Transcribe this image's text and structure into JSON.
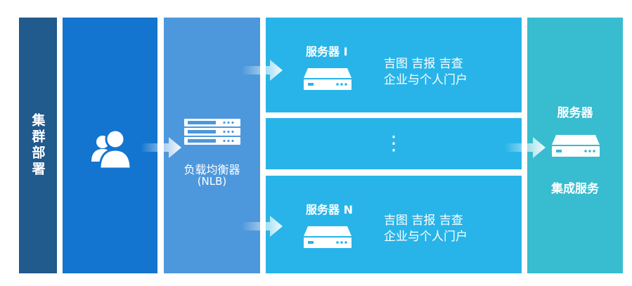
{
  "cluster": {
    "label": "集群部署"
  },
  "load_balancer": {
    "name": "负载均衡器",
    "abbr": "(NLB)"
  },
  "server_1": {
    "name": "服务器 I",
    "apps_line1": "吉图  吉报  吉查",
    "apps_line2": "企业与个人门户"
  },
  "server_gap": {
    "ellipsis": "⋮"
  },
  "server_n": {
    "name": "服务器 N",
    "apps_line1": "吉图  吉报  吉查",
    "apps_line2": "企业与个人门户"
  },
  "integration": {
    "name": "服务器",
    "label": "集成服务"
  },
  "colors": {
    "cluster_panel": "#215a8c",
    "users_panel": "#1375cf",
    "nlb_panel": "#4d98dc",
    "server_panel": "#28b4e8",
    "integration_panel": "#38bccf"
  }
}
